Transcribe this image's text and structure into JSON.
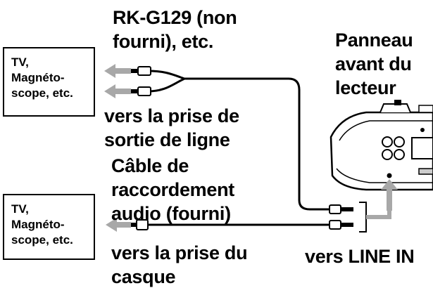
{
  "devices": {
    "top": {
      "lines": [
        "TV,",
        "Magnéto-",
        "scope, etc."
      ]
    },
    "bottom": {
      "lines": [
        "TV,",
        "Magnéto-",
        "scope, etc."
      ]
    }
  },
  "labels": {
    "cable_top": [
      "RK-G129 (non",
      "fourni), etc."
    ],
    "panel": [
      "Panneau",
      "avant du",
      "lecteur"
    ],
    "line_out": [
      "vers la prise de",
      "sortie de ligne"
    ],
    "cable_bottom": [
      "Câble de",
      "raccordement",
      "audio (fourni)"
    ],
    "headphones": [
      "vers la prise du",
      "casque"
    ],
    "line_in": "vers LINE IN"
  },
  "colors": {
    "arrow": "#a8a8a8",
    "ink": "#000000",
    "player_shadow": "#d0d0d0"
  },
  "icons": [
    "arrow-left-icon",
    "rca-plug-icon",
    "mini-plug-icon",
    "bracket-icon",
    "arrow-up-icon",
    "cd-player-icon"
  ]
}
